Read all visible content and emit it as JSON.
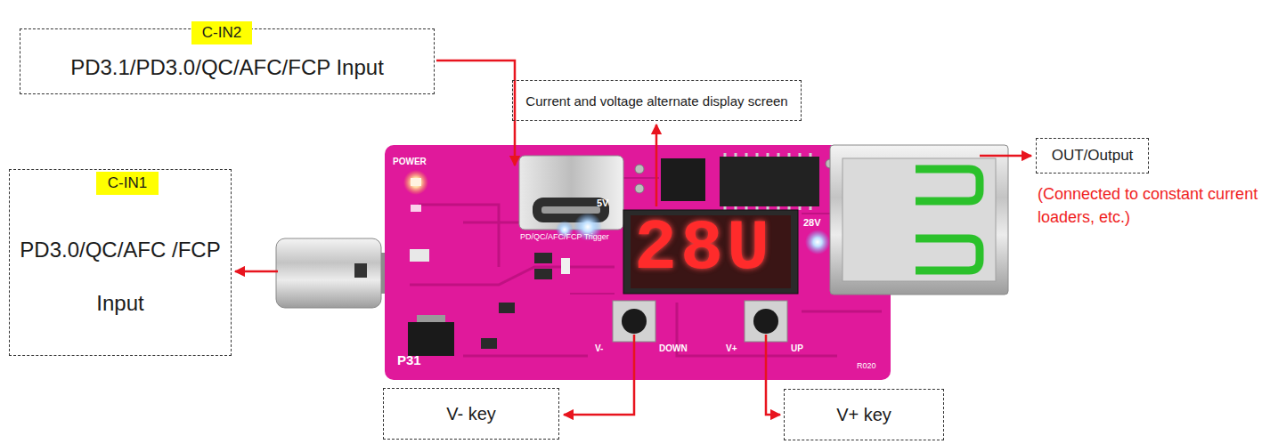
{
  "diagram": {
    "nodes": [
      {
        "text": [
          "PD3.1/PD3.0/QC/AFC/FCP Input"
        ]
      },
      {
        "text": [
          "C-IN2"
        ],
        "in": 0
      },
      {
        "text": [
          "Current and voltage alternate display screen"
        ]
      },
      {
        "text": [
          "PD3.0/QC/AFC /FCP Input"
        ]
      },
      {
        "text": [
          "C-IN1"
        ],
        "in": 3
      },
      {
        "text": [
          "OUT/Output"
        ]
      },
      {
        "text": [
          "V- key"
        ]
      },
      {
        "text": [
          "V+ key"
        ]
      }
    ],
    "labels": [
      "(Connected to constant current loaders, etc.)",
      "POWER",
      "PD/QC/AFC/FCP Trigger",
      "5V",
      "28V",
      "P31",
      "V-",
      "DOWN",
      "V+",
      "UP",
      "R020",
      "28U"
    ]
  }
}
